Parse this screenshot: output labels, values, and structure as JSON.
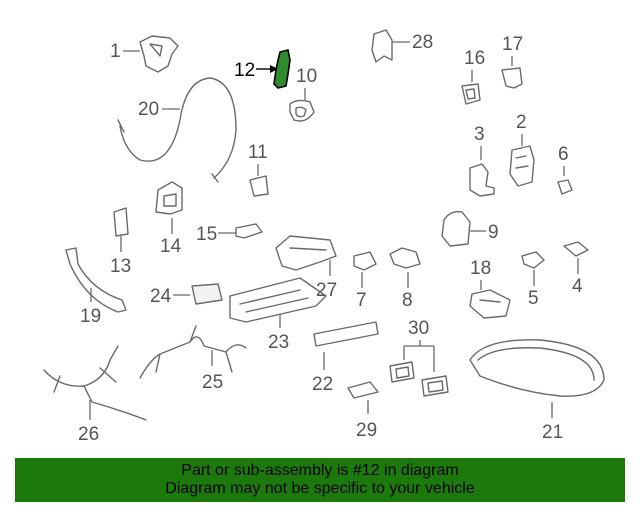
{
  "highlight_color": "#1c7a0c",
  "highlighted_part": "12",
  "callouts": {
    "c1": "1",
    "c2": "2",
    "c3": "3",
    "c4": "4",
    "c5": "5",
    "c6": "6",
    "c7": "7",
    "c8": "8",
    "c9": "9",
    "c10": "10",
    "c11": "11",
    "c12": "12",
    "c13": "13",
    "c14": "14",
    "c15": "15",
    "c16": "16",
    "c17": "17",
    "c18": "18",
    "c19": "19",
    "c20": "20",
    "c21": "21",
    "c22": "22",
    "c23": "23",
    "c24": "24",
    "c25": "25",
    "c26": "26",
    "c27": "27",
    "c28": "28",
    "c29": "29",
    "c30": "30"
  },
  "banner": {
    "line1": "Part or sub-assembly is #12 in diagram",
    "line2": "Diagram may not be specific to your vehicle"
  }
}
